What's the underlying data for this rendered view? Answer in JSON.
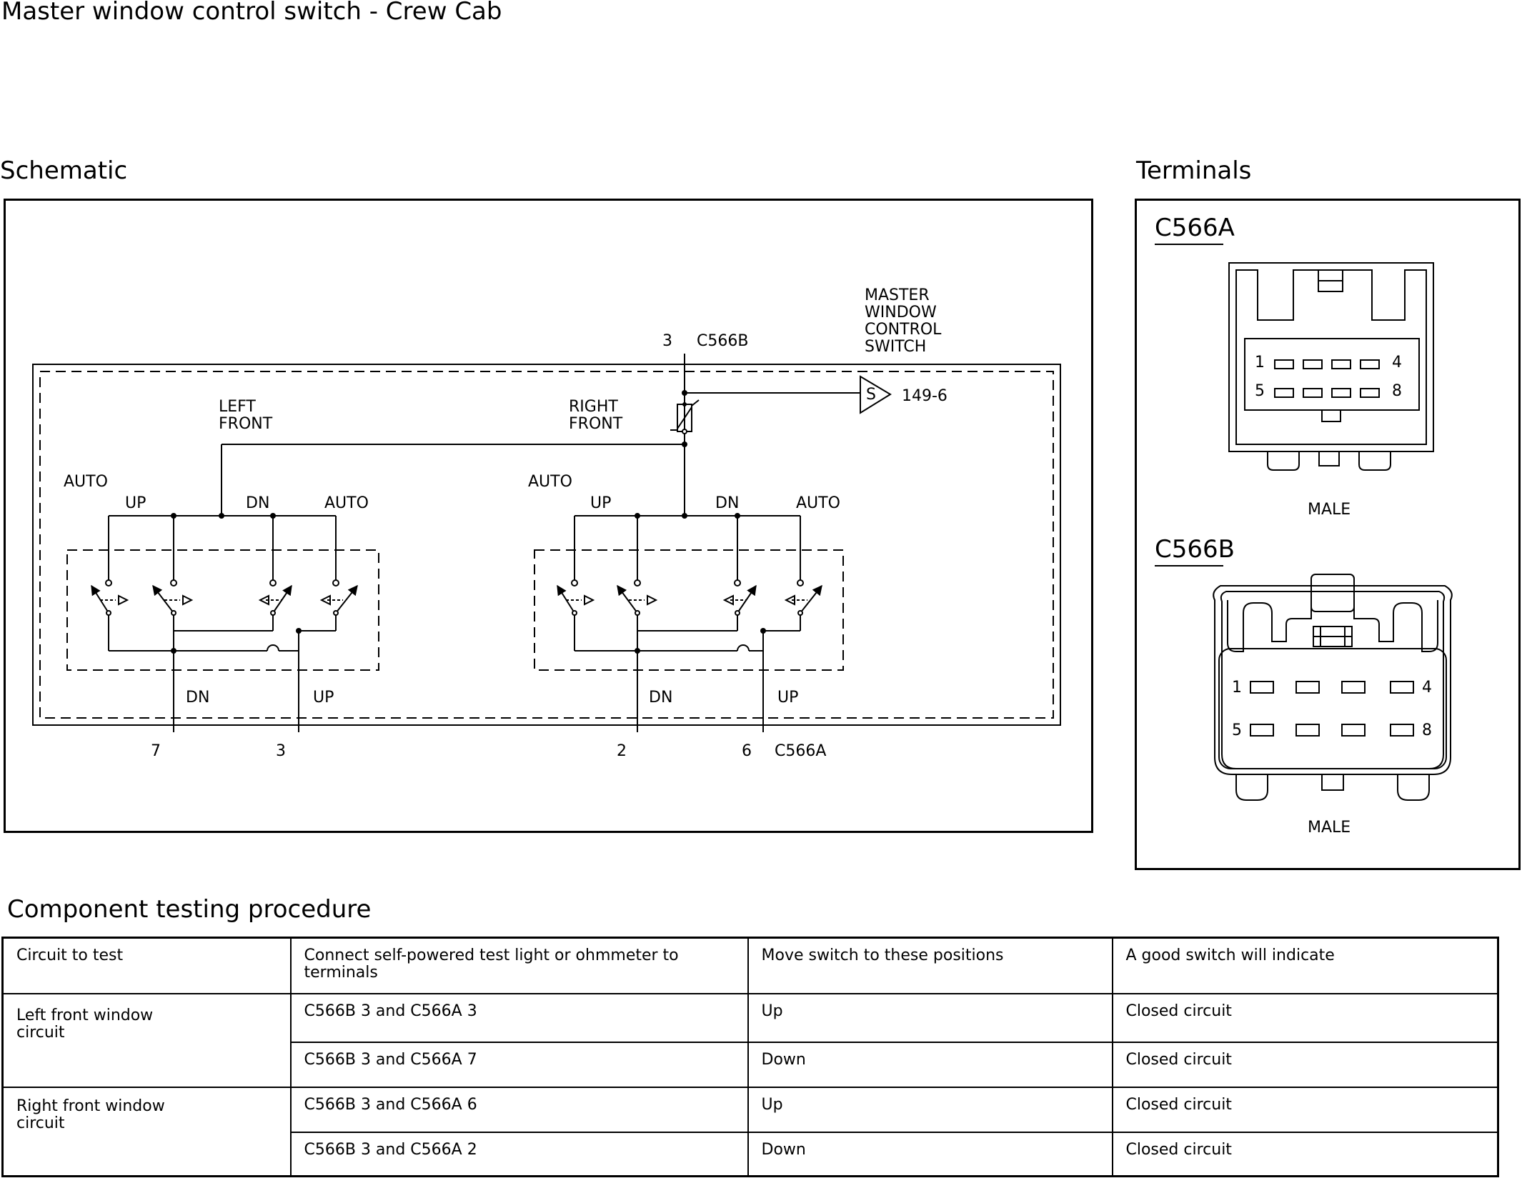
{
  "page_title": "Master window control switch - Crew Cab",
  "schematic": {
    "heading": "Schematic",
    "top_pin": "3",
    "top_connector": "C566B",
    "switch_label": [
      "MASTER",
      "WINDOW",
      "CONTROL",
      "SWITCH"
    ],
    "splice_letter": "S",
    "splice_ref": "149-6",
    "left_label": [
      "LEFT",
      "FRONT"
    ],
    "right_label": [
      "RIGHT",
      "FRONT"
    ],
    "auto_label": "AUTO",
    "up_label": "UP",
    "dn_label": "DN",
    "bottom_pins": {
      "p7": "7",
      "p3": "3",
      "p2": "2",
      "p6": "6"
    },
    "bottom_connector": "C566A"
  },
  "terminals": {
    "heading": "Terminals",
    "connectors": [
      {
        "name": "C566A",
        "gender": "MALE",
        "pins": {
          "tl": "1",
          "tr": "4",
          "bl": "5",
          "br": "8"
        }
      },
      {
        "name": "C566B",
        "gender": "MALE",
        "pins": {
          "tl": "1",
          "tr": "4",
          "bl": "5",
          "br": "8"
        }
      }
    ]
  },
  "procedure": {
    "heading": "Component testing procedure",
    "columns": [
      "Circuit to test",
      "Connect self-powered test light or ohmmeter to terminals",
      "Move switch to these positions",
      "A good switch will indicate"
    ],
    "groups": [
      {
        "circuit": "Left front window circuit",
        "rows": [
          {
            "terminals": "C566B 3 and C566A 3",
            "position": "Up",
            "result": "Closed circuit"
          },
          {
            "terminals": "C566B 3 and C566A 7",
            "position": "Down",
            "result": "Closed circuit"
          }
        ]
      },
      {
        "circuit": "Right front window circuit",
        "rows": [
          {
            "terminals": "C566B 3 and C566A 6",
            "position": "Up",
            "result": "Closed circuit"
          },
          {
            "terminals": "C566B 3 and C566A 2",
            "position": "Down",
            "result": "Closed circuit"
          }
        ]
      }
    ]
  }
}
